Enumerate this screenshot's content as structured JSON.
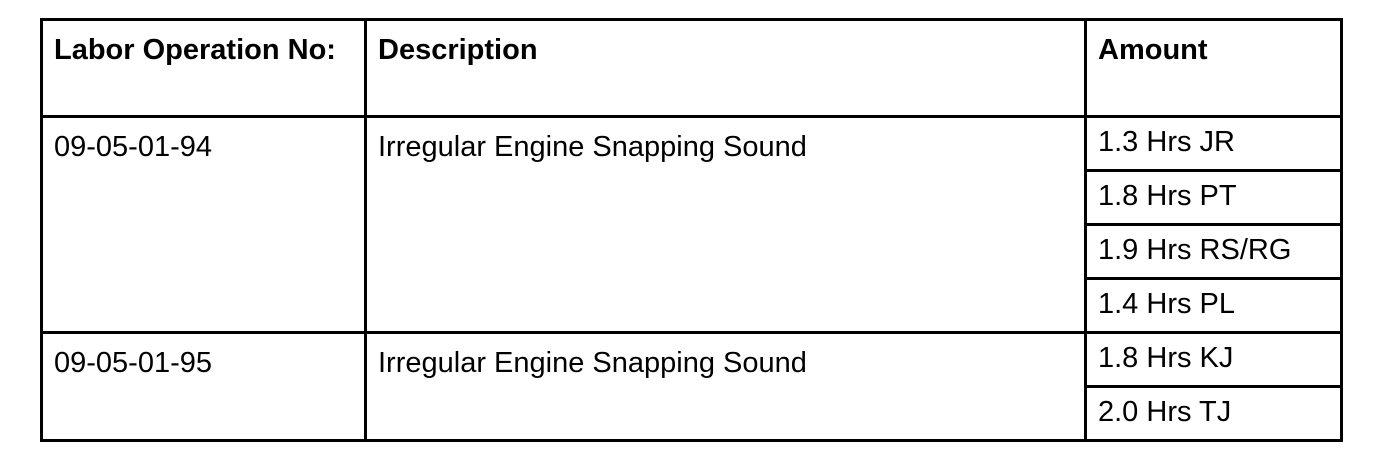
{
  "table": {
    "headers": {
      "labor_operation": "Labor Operation No:",
      "description": "Description",
      "amount": "Amount"
    },
    "rows": [
      {
        "labor_operation": "09-05-01-94",
        "description": "Irregular Engine Snapping Sound",
        "amounts": [
          "1.3 Hrs JR",
          "1.8 Hrs PT",
          "1.9 Hrs RS/RG",
          "1.4 Hrs PL"
        ]
      },
      {
        "labor_operation": "09-05-01-95",
        "description": "Irregular Engine Snapping Sound",
        "amounts": [
          "1.8 Hrs KJ",
          "2.0 Hrs TJ"
        ]
      }
    ]
  }
}
